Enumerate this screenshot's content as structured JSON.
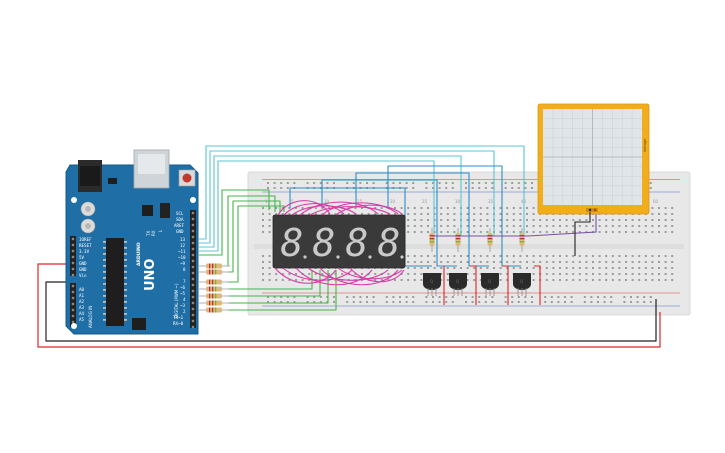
{
  "colors": {
    "background": "#ffffff",
    "breadboard": "#e8e8e8",
    "arduino_board": "#1f6fa6",
    "oscilloscope_frame": "#f2ad1c",
    "oscilloscope_screen": "#dfe5e8",
    "display_body": "#3a3a3a",
    "segment_wire": "#d63aa6",
    "wire_teal": "#5cc4d4",
    "wire_blue": "#2c8fc9",
    "wire_green": "#44b54a",
    "wire_red": "#d62828",
    "wire_black": "#222222",
    "wire_purple": "#7b4fa8"
  },
  "arduino": {
    "brand": "UNO",
    "brand_small": "ARDUINO",
    "power_labels": [
      "IOREF",
      "RESET",
      "3.3V",
      "5V",
      "GND",
      "GND",
      "Vin"
    ],
    "analog_header": "ANALOG IN",
    "analog_labels": [
      "A0",
      "A1",
      "A2",
      "A3",
      "A4",
      "A5"
    ],
    "digital_header": "DIGITAL (PWM ~)",
    "top_labels": [
      "SCL",
      "SDA",
      "AREF",
      "GND"
    ],
    "digital_labels": [
      "13",
      "12",
      "~11",
      "~10",
      "~9",
      "8",
      "7",
      "~6",
      "~5",
      "4",
      "~3",
      "2",
      "TX→1",
      "RX←0"
    ],
    "tx_label": "TX",
    "rx_label": "RX",
    "l_label": "L"
  },
  "breadboard": {
    "column_numbers": [
      "1",
      "5",
      "10",
      "15",
      "20",
      "25",
      "30",
      "35",
      "40",
      "45",
      "50",
      "55",
      "60"
    ]
  },
  "display": {
    "digits": [
      "8",
      "8",
      "8",
      "8"
    ]
  },
  "transistors": {
    "labels": [
      "Q",
      "Q",
      "Q",
      "Q"
    ]
  },
  "oscilloscope": {
    "label": "Voltage"
  }
}
